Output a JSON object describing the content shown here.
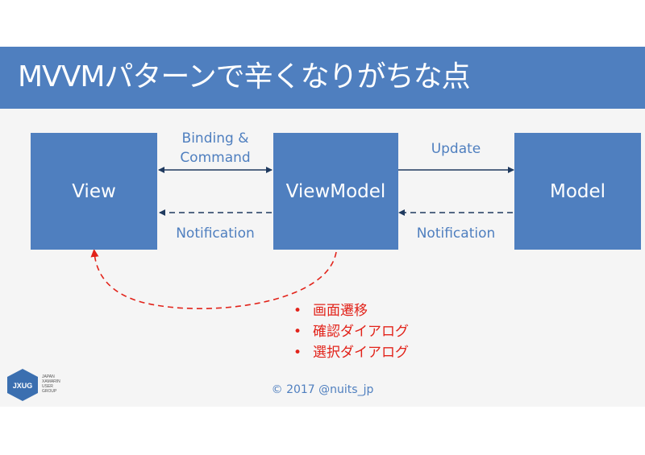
{
  "title": "MVVMパターンで辛くなりがちな点",
  "boxes": {
    "view": "View",
    "viewmodel": "ViewModel",
    "model": "Model"
  },
  "labels": {
    "binding_line1": "Binding &",
    "binding_line2": "Command",
    "update": "Update",
    "notification_left": "Notification",
    "notification_right": "Notification"
  },
  "issues": [
    "画面遷移",
    "確認ダイアログ",
    "選択ダイアログ"
  ],
  "bullet_symbol": "•",
  "footer": "© 2017 @nuits_jp",
  "logo": {
    "mark": "JXUG",
    "lines": [
      "JAPAN",
      "XAMARIN",
      "USER",
      "GROUP"
    ]
  },
  "colors": {
    "accent": "#4f7fbf",
    "arrow": "#1f3a5f",
    "highlight": "#e2231a"
  }
}
